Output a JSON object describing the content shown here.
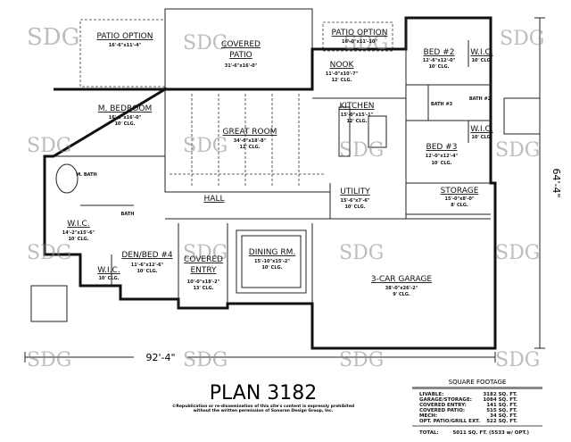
{
  "plan_title": "PLAN 3182",
  "copyright": [
    "©Republication or re-dissemination of this site's content is expressly prohibited",
    "without the written permission of Sonoran Design Group, Inc."
  ],
  "watermark": "SDG",
  "dimensions": {
    "width": "92'-4\"",
    "depth": "64'-4\""
  },
  "rooms": {
    "patio_opt_l": {
      "name": "PATIO OPTION",
      "size": "16'-6\"x11'-4\""
    },
    "covered_patio": {
      "name1": "COVERED",
      "name2": "PATIO",
      "size": "31'-6\"x16'-0\""
    },
    "patio_opt_r": {
      "name": "PATIO OPTION",
      "size": "16'-0\"x11'-10\""
    },
    "nook": {
      "name": "NOOK",
      "size": "11'-0\"x10'-7\"",
      "clg": "12' CLG."
    },
    "kitchen": {
      "name": "KITCHEN",
      "size": "15'-0\"x15'-1\"",
      "clg": "12' CLG."
    },
    "bed2": {
      "name": "BED #2",
      "size": "12'-6\"x12'-0\"",
      "clg": "10' CLG."
    },
    "wic_b2": {
      "name": "W.I.C.",
      "clg": "10' CLG."
    },
    "bath3": {
      "name": "BATH #3"
    },
    "bath2": {
      "name": "BATH #2"
    },
    "wic_b3": {
      "name": "W.I.C.",
      "clg": "10' CLG."
    },
    "bed3": {
      "name": "BED #3",
      "size": "12'-0\"x12'-4\"",
      "clg": "10' CLG."
    },
    "utility": {
      "name": "UTILITY",
      "size": "15'-6\"x7'-6\"",
      "clg": "10' CLG."
    },
    "storage": {
      "name": "STORAGE",
      "size": "15'-0\"x8'-0\"",
      "clg": "8' CLG."
    },
    "garage": {
      "name": "3-CAR GARAGE",
      "size": "38'-0\"x26'-2\"",
      "clg": "9' CLG."
    },
    "great_room": {
      "name": "GREAT ROOM",
      "size": "34'-6\"x18'-8\"",
      "clg": "12' CLG."
    },
    "m_bedroom": {
      "name": "M. BEDROOM",
      "size": "16'-0\"x16'-0\"",
      "clg": "10' CLG."
    },
    "m_bath": {
      "name": "M. BATH"
    },
    "wic_m": {
      "name": "W.I.C.",
      "size": "14'-2\"x15'-6\"",
      "clg": "10' CLG."
    },
    "hall": {
      "name": "HALL"
    },
    "bath4": {
      "name": "BATH"
    },
    "den": {
      "name": "DEN/BED #4",
      "size": "11'-6\"x12'-6\"",
      "clg": "10' CLG."
    },
    "wic_den": {
      "name": "W.I.C.",
      "clg": "10' CLG."
    },
    "entry": {
      "name1": "COVERED",
      "name2": "ENTRY",
      "size": "10'-0\"x18'-2\"",
      "clg": "13' CLG."
    },
    "dining": {
      "name": "DINING RM.",
      "size": "15'-10\"x15'-2\"",
      "clg": "10' CLG."
    }
  },
  "square_footage": {
    "title": "SQUARE FOOTAGE",
    "rows": [
      {
        "label": "LIVABLE:",
        "value": "3182 SQ. FT."
      },
      {
        "label": "GARAGE/STORAGE:",
        "value": "1084 SQ. FT."
      },
      {
        "label": "COVERED ENTRY:",
        "value": "141 SQ. FT."
      },
      {
        "label": "COVERED PATIO:",
        "value": "515 SQ. FT."
      },
      {
        "label": "MECH:",
        "value": "34 SQ. FT."
      },
      {
        "label": "OPT. PATIO/GRILL EXT.",
        "value": "522 SQ. FT."
      }
    ],
    "total_label": "TOTAL:",
    "total_value": "5011 SQ. FT. (5533 w/ OPT.)"
  }
}
